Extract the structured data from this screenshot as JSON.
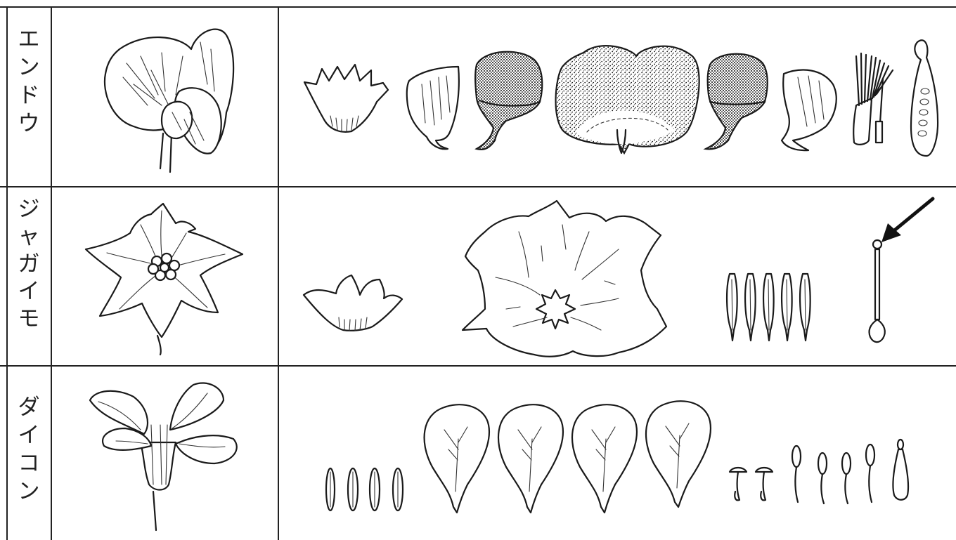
{
  "rows": [
    {
      "id": "pea",
      "label": "エンドウ"
    },
    {
      "id": "potato",
      "label": "ジャガイモ"
    },
    {
      "id": "radish",
      "label": "ダイコン"
    }
  ],
  "colors": {
    "ink": "#1a1a1a",
    "background": "#ffffff"
  }
}
